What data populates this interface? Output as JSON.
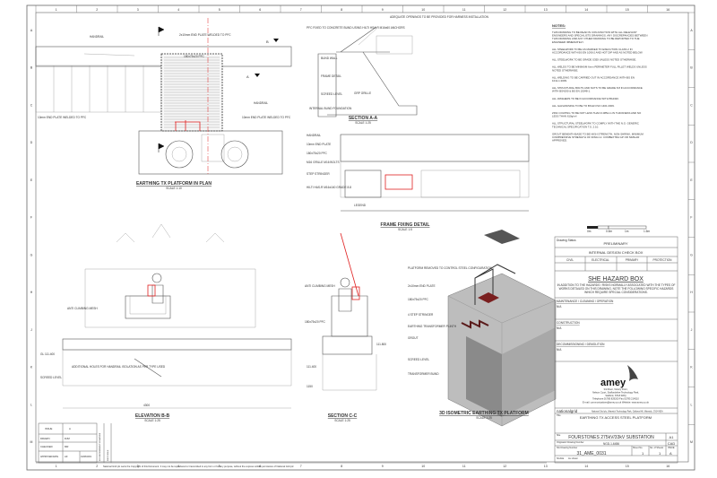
{
  "grid": {
    "columns": [
      "1",
      "2",
      "3",
      "4",
      "5",
      "6",
      "7",
      "8",
      "9",
      "10",
      "11",
      "12",
      "13",
      "14",
      "15",
      "16"
    ],
    "rows": [
      "A",
      "B",
      "C",
      "D",
      "E",
      "F",
      "G",
      "H",
      "J",
      "K",
      "L",
      "M"
    ]
  },
  "views": {
    "plan": {
      "title": "EARTHING TX PLATFORM IN PLAN",
      "scale": "SCALE 1:10",
      "labels": {
        "handrail": "HANDRAIL",
        "end_plate_top": "2x10mm END PLATE WELDED TO PFC",
        "end_plate_left": "10mm END PLATE WELDED TO PFC",
        "end_plate_right": "10mm END PLATE WELDED TO PFC",
        "pfc": "180x75x20 PFC",
        "section_b": "B",
        "section_a": "A"
      }
    },
    "section_aa": {
      "title": "SECTION A-A",
      "scale": "SCALE 1:25",
      "labels": {
        "pfc_fixed": "PFC FIXED TO CONCRETE BUND USING HILTI HSA-R M16x60 ANCHORS",
        "bund_wall": "BUND WALL",
        "frame_detail": "FRAME DETAIL",
        "screed_level": "SCREED LEVEL",
        "foundation": "INTERNAL BUND FOUNDATION",
        "grp_grille": "GRP GRILLE",
        "adequate_openings": "ADEQUATE OPENINGS TO BE PROVIDED FOR HARNESS INSTALLATION"
      }
    },
    "frame_fixing": {
      "title": "FRAME FIXING DETAIL",
      "scale": "SCALE 1:5",
      "labels": {
        "handrail": "HANDRAIL",
        "end_plate": "10mm END PLATE",
        "pfc": "180x75x20 PFC",
        "bolts": "M16 GRILLE M16 BOLTS",
        "step_stringer": "STEP STRINGER",
        "anchor": "HILTI HAS-R M16x160 GRADE 8.8",
        "legend": "LEGEND"
      }
    },
    "elevation_bb": {
      "title": "ELEVATION B-B",
      "scale": "SCALE 1:25",
      "labels": {
        "climbing_mesh": "ANTI CLIMBING MESH",
        "isolation_holes": "ADDITIONAL HOLES FOR HANDRAIL ISOLATION AS PER TYPE USED",
        "level": "GL 111.400",
        "screed": "SCREED LEVEL",
        "width": "4300"
      }
    },
    "section_cc": {
      "title": "SECTION C-C",
      "scale": "SCALE 1:25",
      "labels": {
        "mesh": "ANTI CLIMBING MESH",
        "pfc": "180x75x20 PFC",
        "level1": "111.800",
        "level2": "111.400",
        "dim": "1150"
      }
    },
    "isometric": {
      "title": "3D ISOMETRIC EARTHING TX PLATFORM",
      "scale": "SCALE 1:25",
      "labels": {
        "platform": "PLATFORM REMOVED TO CONTROL STEEL CONFIGURATION",
        "pfc": "2x10mm END PLATE",
        "access": "180x75x20 PFC",
        "step": "4 STEP STRINGER",
        "earthing": "EARTHING TRANSFORMER PLINTH",
        "grout": "GROUT",
        "screed": "SCREED LEVEL",
        "bund": "TRANSFORMER BUND"
      }
    }
  },
  "notes": {
    "heading": "NOTES:",
    "items": [
      "THIS DRAWING TO BE READ IN CONJUNCTION WITH ALL RELEVANT ENGINEERS AND SPECIALISTS DRAWINGS. ANY DISCREPANCIES BETWEEN THIS DRAWING AND ANY OTHER DRAWING TO BE REPORTED TO THE ENGINEER IMMEDIATELY.",
      "ALL STEELWORK TO BE AS MARKED TO EXECUTION CLASS 2 IN ACCORDANCE WITH BS EN 1090-2 AND HOT DIP AND AS NOTED BELOW.",
      "ALL STEELWORK TO BE GRADE S355 UNLESS NOTED OTHERWISE.",
      "ALL WELDS TO BE MINIMUM 6mm PERIMETER FULL FILLET WELDS UNLESS NOTED OTHERWISE.",
      "ALL WELDING TO BE CARRIED OUT IN ACCORDANCE WITH BS EN 1011-1:2009.",
      "ALL STRUCTURAL BOLTS AND NUTS TO BE GRADE 8.8 IN ACCORDANCE WITH BS4190 & BS EN 15048-1.",
      "ALL WASHERS TO BE IN ACCORDANCE WITH BS4320.",
      "ALL GALVANISING TO BE TO BS EN ISO 1461:2009.",
      "ZINC COATING TO BE NOT LESS THAN 0.085mm IN THICKNESS AND NO LESS THAN 610g/m².",
      "ALL STRUCTURAL STEELWORK TO COMPLY WITH THE N.G. GENERIC TECHNICAL SPECIFICATION T.S. 2.10.",
      "GROUT BENEATH BASE TO BE HIGH STRENGTH, NON-SHRINK, MINIMUM COMPRESSIVE STRENGTH OF 30N/mm². CONBEXTRA GP OR SIMILAR APPROVED."
    ]
  },
  "scale_bar": {
    "ticks": [
      "0m",
      "0.5m",
      "1m",
      "1.5m"
    ]
  },
  "title_block": {
    "drawing_status_label": "Drawing Status",
    "drawing_status": "PRELIMINARY",
    "check_box_title": "INTERNAL DESIGN CHECK BOX",
    "check_columns": [
      "CIVIL",
      "ELECTRICAL",
      "PRIMARY",
      "PROTECTION"
    ],
    "she_title": "SHE HAZARD BOX",
    "she_intro": "IN ADDITION TO THE HAZARDS / RISKS NORMALLY ASSOCIATED WITH THE TYPES OF WORKS DETAILED ON THIS DRAWING, NOTE THE FOLLOWING SPECIFIC HAZARDS WHICH REQUIRE SPECIAL CONSIDERATIONS.",
    "hazards": [
      {
        "heading": "MAINTENANCE / CLEANING / OPERATION",
        "value": "N/A"
      },
      {
        "heading": "CONSTRUCTION",
        "value": "N/A"
      },
      {
        "heading": "DECOMMISSIONING / DEMOLITION",
        "value": "N/A"
      }
    ],
    "company": "amey",
    "address": [
      "3rd Floor, Victory Point,",
      "Nelson Court, Staffordshire Technology Park,",
      "Stafford, ST18 0WQ",
      "Telephone:01785 829200 Fax:01785 214510"
    ],
    "contact": "E-mail: communications@amey.co.uk  Website: www.amey.co.uk",
    "client": "nationalgrid",
    "client_address": "National Grid plc, Warwick Technology Park, Gallows Hill, Warwick, CV34 6DA",
    "title_label": "Title",
    "drawing_title": "EARTHING TX ACCESS STEEL PLATFORM",
    "site_label": "Site",
    "site": "FOURSTONES 275kV/33kV SUBSTATION",
    "size": "A1",
    "cad": "CAD",
    "originator_label": "Originator Drawing Number",
    "originator_number": "NGD-1-6456",
    "ng_number_label": "NG Drawing Number",
    "ng_number": "31_AME_0031",
    "sheet_label": "Sheet No.",
    "sheet": "1",
    "of_sheets_label": "No. of Sheets",
    "of_sheets": "1",
    "issue_label": "ISSUE",
    "issue": "A",
    "scale_label": "SCALE",
    "scale": "As shown"
  },
  "revision_block": {
    "issue_label": "ISSUE",
    "issue": "A",
    "drawn_label": "DRAWN",
    "drawn": "DJM",
    "checked_label": "CHECKED",
    "checked": "MR",
    "approved_label": "APPROVED/DATE",
    "approved": "AF",
    "date": "19/08/2019",
    "vertical1": "NG ENDORSEMENT SIGNATURE",
    "vertical2": "FIRST ISSUE"
  },
  "copyright": "National Grid plc owns the Copyright of this Document. It may not be reproduced or transmitted in any form or for any purpose, without the express written permission of National Grid plc"
}
